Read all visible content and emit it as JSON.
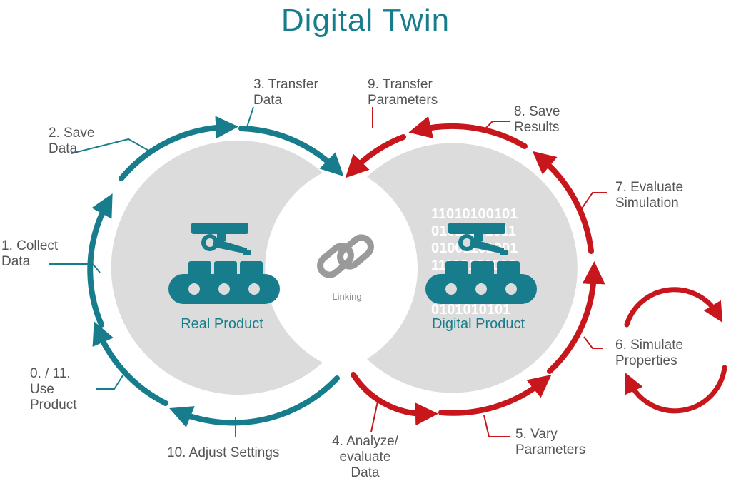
{
  "title": "Digital Twin",
  "center": {
    "real_label": "Real Product",
    "digital_label": "Digital Product",
    "link_label": "Linking",
    "binary_lines": [
      "11010100101",
      "01011101011",
      "01001101001",
      "11110101010",
      "0101010101"
    ]
  },
  "steps": {
    "s0": [
      "0. / 11.",
      "Use",
      "Product"
    ],
    "s1": [
      "1. Collect",
      "Data"
    ],
    "s2": [
      "2. Save",
      "Data"
    ],
    "s3": [
      "3. Transfer",
      "Data"
    ],
    "s4": [
      "4. Analyze/",
      "evaluate",
      "Data"
    ],
    "s5": [
      "5. Vary",
      "Parameters"
    ],
    "s6": [
      "6. Simulate",
      "Properties"
    ],
    "s7": [
      "7. Evaluate",
      "Simulation"
    ],
    "s8": [
      "8. Save",
      "Results"
    ],
    "s9": [
      "9. Transfer",
      "Parameters"
    ],
    "s10": [
      "10. Adjust Settings"
    ]
  },
  "colors": {
    "teal": "#177d8c",
    "red": "#c8161d",
    "gray_fill": "#dcdcdc",
    "text": "#555555"
  },
  "icons": [
    "conveyor-robot-icon",
    "chain-link-icon",
    "refresh-cycle-icon"
  ]
}
